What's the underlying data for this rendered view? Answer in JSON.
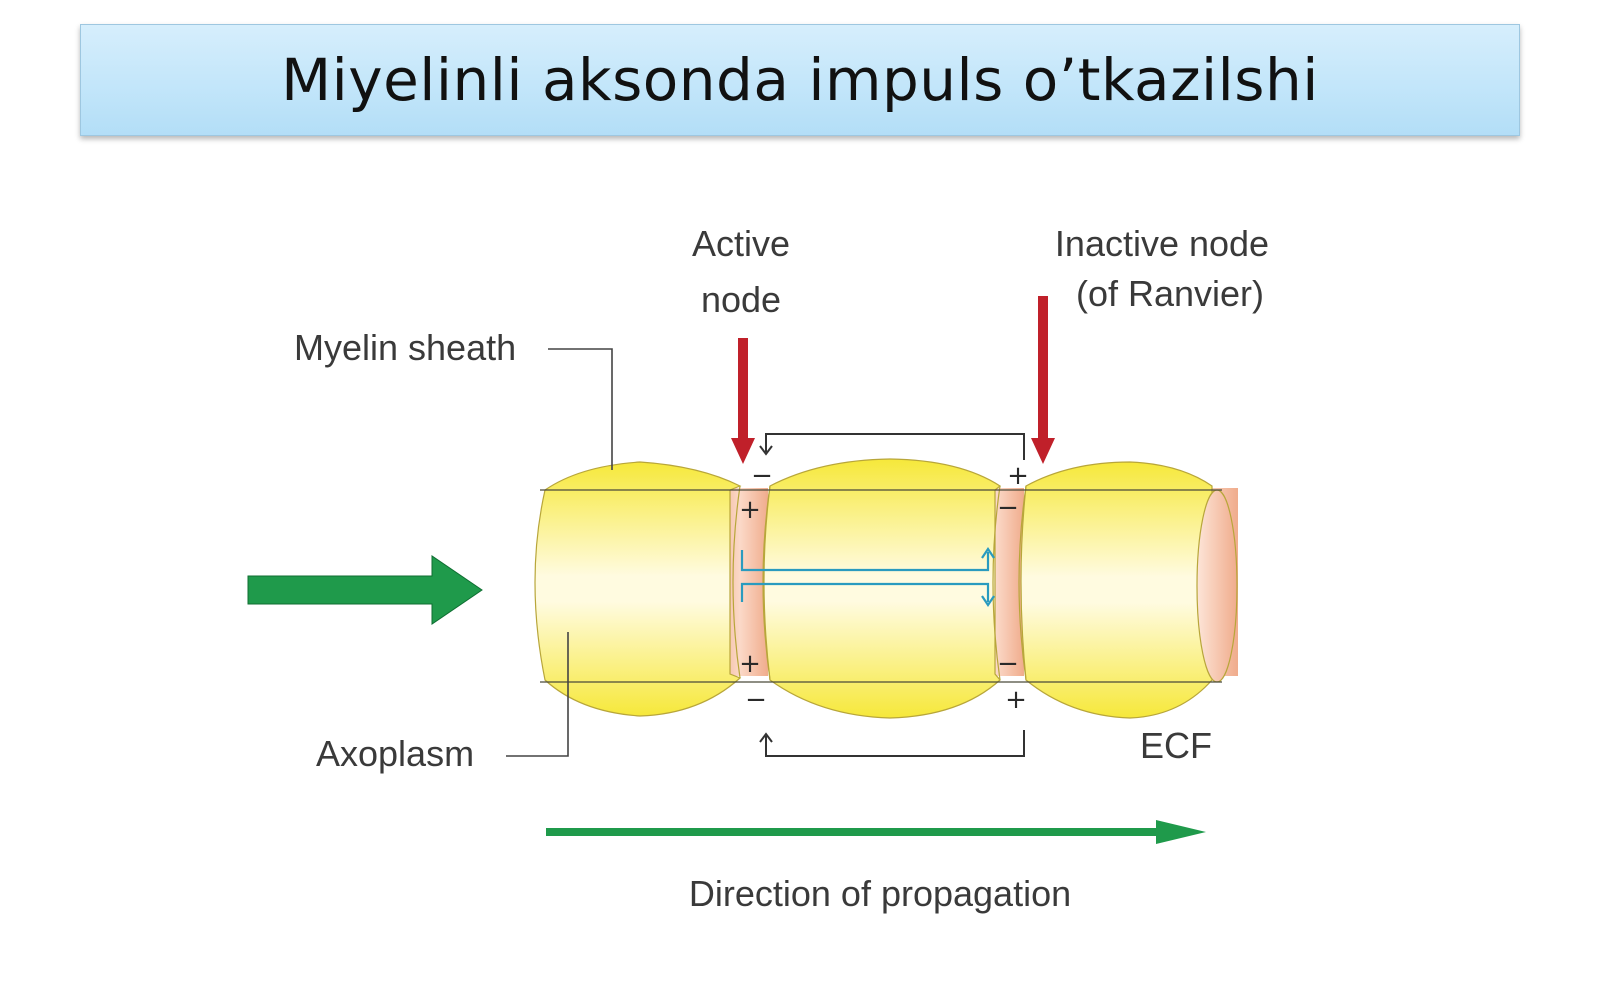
{
  "title": "Miyelinli aksonda impuls o’tkazilshi",
  "labels": {
    "active_node_line1": "Active",
    "active_node_line2": "node",
    "inactive_node_line1": "Inactive node",
    "inactive_node_line2": "(of Ranvier)",
    "myelin_sheath": "Myelin sheath",
    "axoplasm": "Axoplasm",
    "ecf": "ECF",
    "direction": "Direction of propagation"
  },
  "charges": {
    "active_outer_top": "−",
    "active_inner_top": "+",
    "active_inner_bottom": "+",
    "active_outer_bottom": "−",
    "inactive_outer_top": "+",
    "inactive_inner_top": "−",
    "inactive_inner_bottom": "−",
    "inactive_outer_bottom": "+"
  },
  "colors": {
    "myelin": "#f6e83a",
    "node": "#f1b89a",
    "impulse_arrow": "#1f9a4b",
    "node_pointer": "#c0202a",
    "local_current": "#2a9bbf"
  }
}
